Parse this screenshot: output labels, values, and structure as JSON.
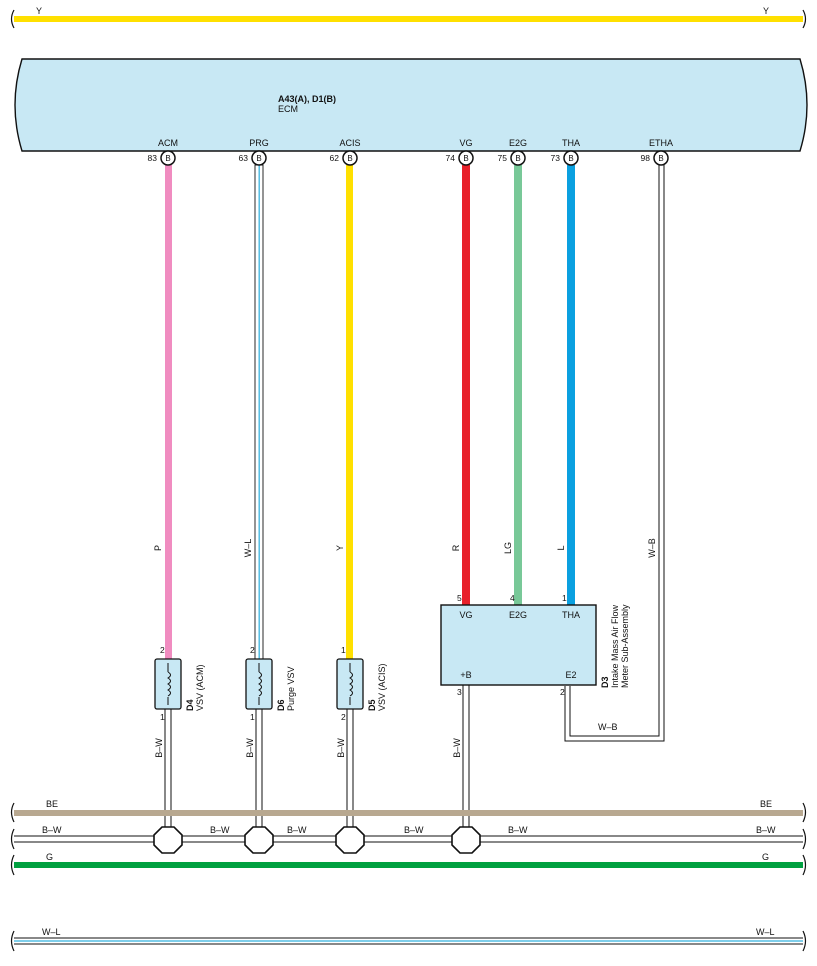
{
  "top_wire": {
    "label_left": "Y",
    "label_right": "Y",
    "color": "#FFE000"
  },
  "ecm": {
    "code": "A43(A), D1(B)",
    "name": "ECM",
    "fill": "#C8E8F4",
    "connector_letter": "B",
    "terminals": [
      {
        "name": "ACM",
        "pin": "83"
      },
      {
        "name": "PRG",
        "pin": "63"
      },
      {
        "name": "ACIS",
        "pin": "62"
      },
      {
        "name": "VG",
        "pin": "74"
      },
      {
        "name": "E2G",
        "pin": "75"
      },
      {
        "name": "THA",
        "pin": "73"
      },
      {
        "name": "ETHA",
        "pin": "98"
      }
    ]
  },
  "wires": [
    {
      "label": "P",
      "color": "#F08CC0"
    },
    {
      "label": "W–L",
      "color": "#48B8E0"
    },
    {
      "label": "Y",
      "color": "#FFE000"
    },
    {
      "label": "R",
      "color": "#E8202A"
    },
    {
      "label": "LG",
      "color": "#78C898"
    },
    {
      "label": "L",
      "color": "#0AA0E0"
    },
    {
      "label": "W–B",
      "color": "#555555"
    }
  ],
  "vsv": [
    {
      "code": "D4",
      "name": "VSV (ACM)",
      "pin_top": "2",
      "pin_bottom": "1"
    },
    {
      "code": "D6",
      "name": "Purge VSV",
      "pin_top": "2",
      "pin_bottom": "1"
    },
    {
      "code": "D5",
      "name": "VSV (ACIS)",
      "pin_top": "1",
      "pin_bottom": "2"
    }
  ],
  "maf": {
    "code": "D3",
    "name_line1": "Intake Mass Air Flow",
    "name_line2": "Meter Sub-Assembly",
    "terminals": [
      {
        "name": "VG",
        "pin": "5"
      },
      {
        "name": "E2G",
        "pin": "4"
      },
      {
        "name": "THA",
        "pin": "1"
      }
    ],
    "plus_b": {
      "name": "+B",
      "pin": "3"
    },
    "e2": {
      "name": "E2",
      "pin": "2"
    }
  },
  "ground_drop_label": "B–W",
  "e2_link_label": "W–B",
  "bus": {
    "be": {
      "label_left": "BE",
      "label_right": "BE",
      "color": "#B8A890"
    },
    "bw": {
      "label_left": "B–W",
      "label_right": "B–W",
      "segments": [
        "B–W",
        "B–W",
        "B–W",
        "B–W"
      ]
    },
    "g": {
      "label_left": "G",
      "label_right": "G",
      "color": "#00A040"
    },
    "wl": {
      "label_left": "W–L",
      "label_right": "W–L",
      "color": "#48B8E0"
    }
  }
}
